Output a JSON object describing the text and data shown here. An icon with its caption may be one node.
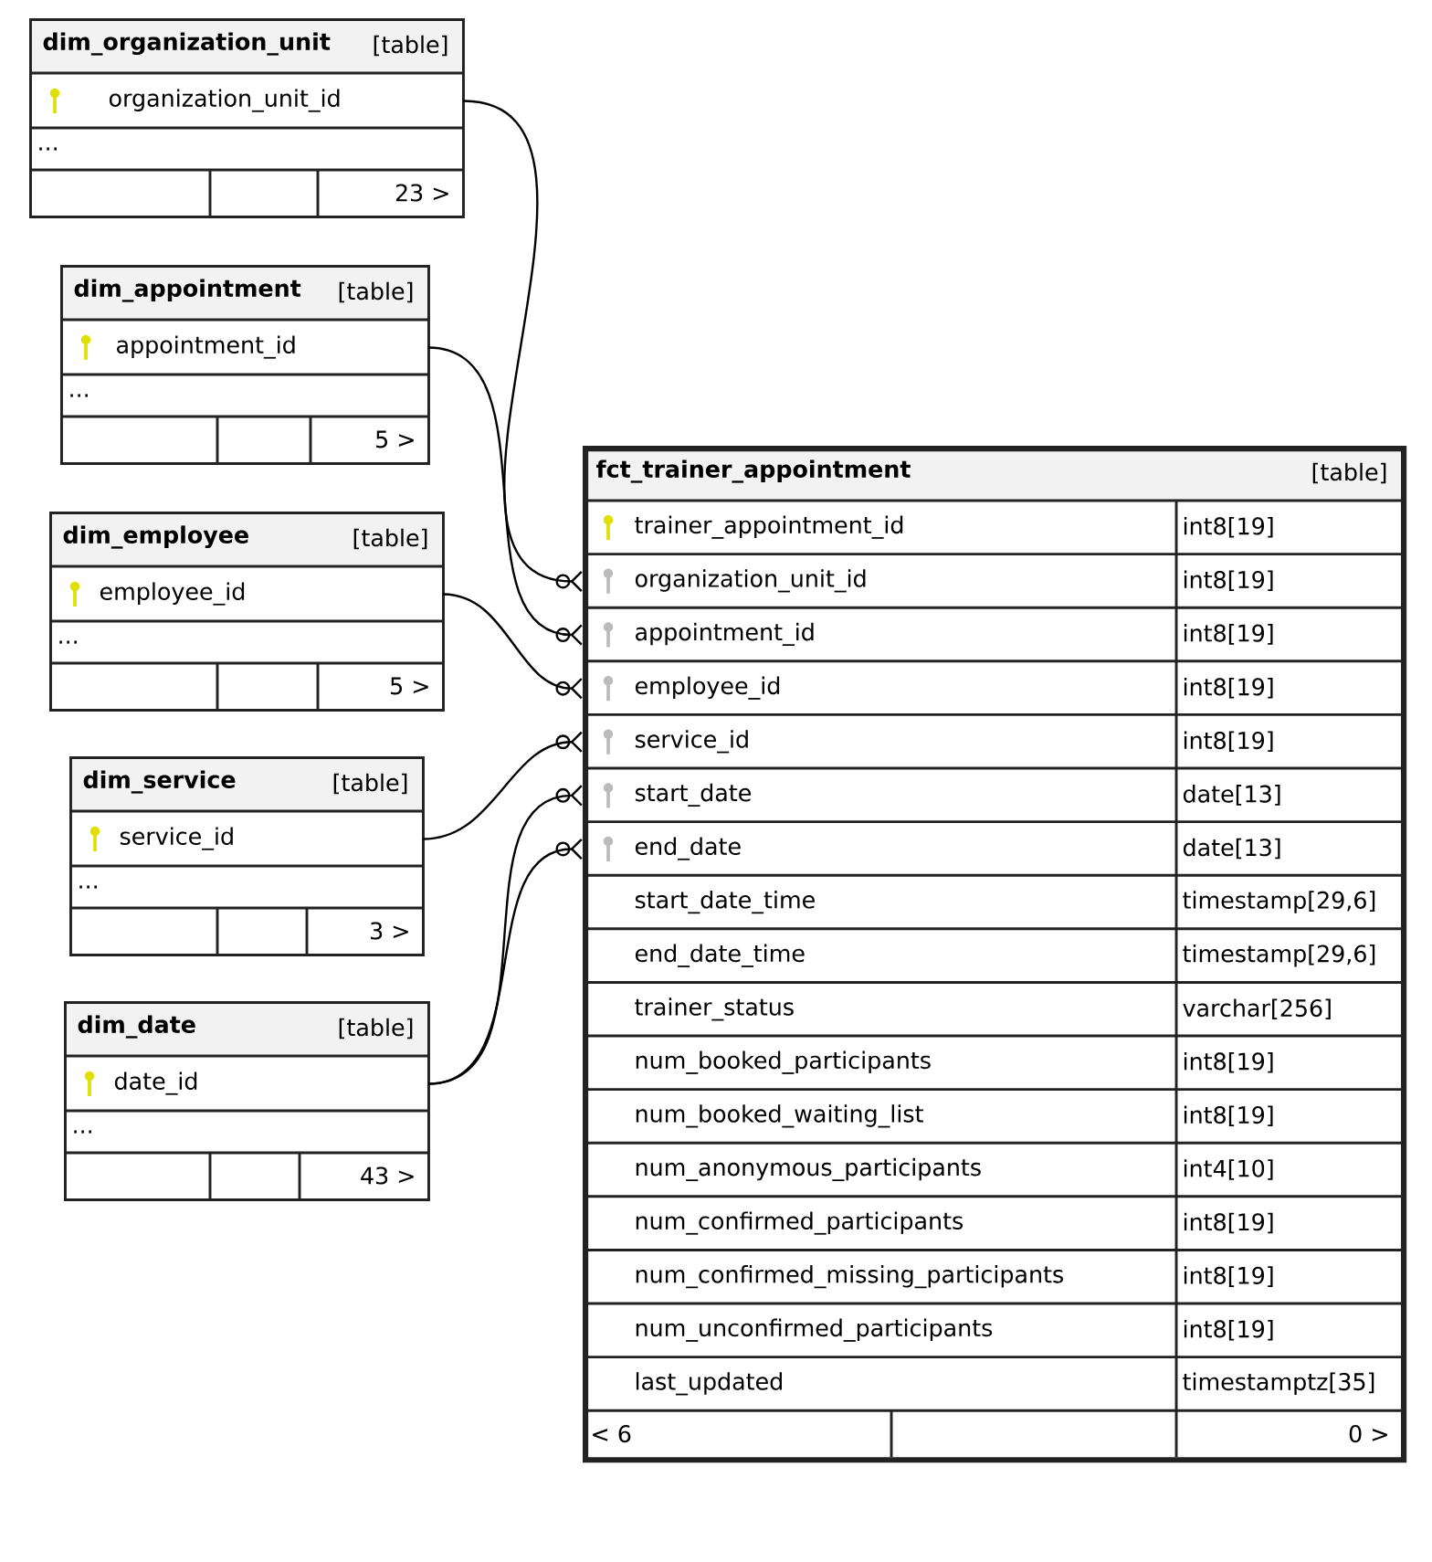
{
  "diagram": {
    "nodes": [
      {
        "text": [
          "dim_organization_unit",
          "[table]"
        ]
      },
      {
        "text": [
          "organization_unit_id"
        ],
        "in": 0
      },
      {
        "text": [
          "..."
        ],
        "in": 0
      },
      {
        "text": [
          "23 >"
        ],
        "in": 0
      },
      {
        "text": [
          "dim_appointment",
          "[table]"
        ]
      },
      {
        "text": [
          "appointment_id"
        ],
        "in": 4
      },
      {
        "text": [
          "..."
        ],
        "in": 4
      },
      {
        "text": [
          "5 >"
        ],
        "in": 4
      },
      {
        "text": [
          "dim_employee",
          "[table]"
        ]
      },
      {
        "text": [
          "employee_id"
        ],
        "in": 8
      },
      {
        "text": [
          "..."
        ],
        "in": 8
      },
      {
        "text": [
          "5 >"
        ],
        "in": 8
      },
      {
        "text": [
          "dim_service",
          "[table]"
        ]
      },
      {
        "text": [
          "service_id"
        ],
        "in": 12
      },
      {
        "text": [
          "..."
        ],
        "in": 12
      },
      {
        "text": [
          "3 >"
        ],
        "in": 12
      },
      {
        "text": [
          "dim_date",
          "[table]"
        ]
      },
      {
        "text": [
          "date_id"
        ],
        "in": 16
      },
      {
        "text": [
          "..."
        ],
        "in": 16
      },
      {
        "text": [
          "43 >"
        ],
        "in": 16
      },
      {
        "text": [
          "fct_trainer_appointment",
          "[table]"
        ]
      },
      {
        "text": [
          "trainer_appointment_id",
          "int8[19]"
        ],
        "in": 20
      },
      {
        "text": [
          "organization_unit_id",
          "int8[19]"
        ],
        "in": 20
      },
      {
        "text": [
          "appointment_id",
          "int8[19]"
        ],
        "in": 20
      },
      {
        "text": [
          "employee_id",
          "int8[19]"
        ],
        "in": 20
      },
      {
        "text": [
          "service_id",
          "int8[19]"
        ],
        "in": 20
      },
      {
        "text": [
          "start_date",
          "date[13]"
        ],
        "in": 20
      },
      {
        "text": [
          "end_date",
          "date[13]"
        ],
        "in": 20
      },
      {
        "text": [
          "start_date_time",
          "timestamp[29,6]"
        ],
        "in": 20
      },
      {
        "text": [
          "end_date_time",
          "timestamp[29,6]"
        ],
        "in": 20
      },
      {
        "text": [
          "trainer_status",
          "varchar[256]"
        ],
        "in": 20
      },
      {
        "text": [
          "num_booked_participants",
          "int8[19]"
        ],
        "in": 20
      },
      {
        "text": [
          "num_booked_waiting_list",
          "int8[19]"
        ],
        "in": 20
      },
      {
        "text": [
          "num_anonymous_participants",
          "int4[10]"
        ],
        "in": 20
      },
      {
        "text": [
          "num_confirmed_participants",
          "int8[19]"
        ],
        "in": 20
      },
      {
        "text": [
          "num_confirmed_missing_participants",
          "int8[19]"
        ],
        "in": 20
      },
      {
        "text": [
          "num_unconfirmed_participants",
          "int8[19]"
        ],
        "in": 20
      },
      {
        "text": [
          "last_updated",
          "timestamptz[35]"
        ],
        "in": 20
      },
      {
        "text": [
          "< 6",
          "0 >"
        ],
        "in": 20
      }
    ],
    "edges": [
      {
        "from": 1,
        "to": 22,
        "arrow": "other"
      },
      {
        "from": 5,
        "to": 23,
        "arrow": "other"
      },
      {
        "from": 9,
        "to": 24,
        "arrow": "other"
      },
      {
        "from": 13,
        "to": 25,
        "arrow": "other"
      },
      {
        "from": 17,
        "to": 26,
        "arrow": "other"
      },
      {
        "from": 17,
        "to": 27,
        "arrow": "other"
      }
    ]
  }
}
